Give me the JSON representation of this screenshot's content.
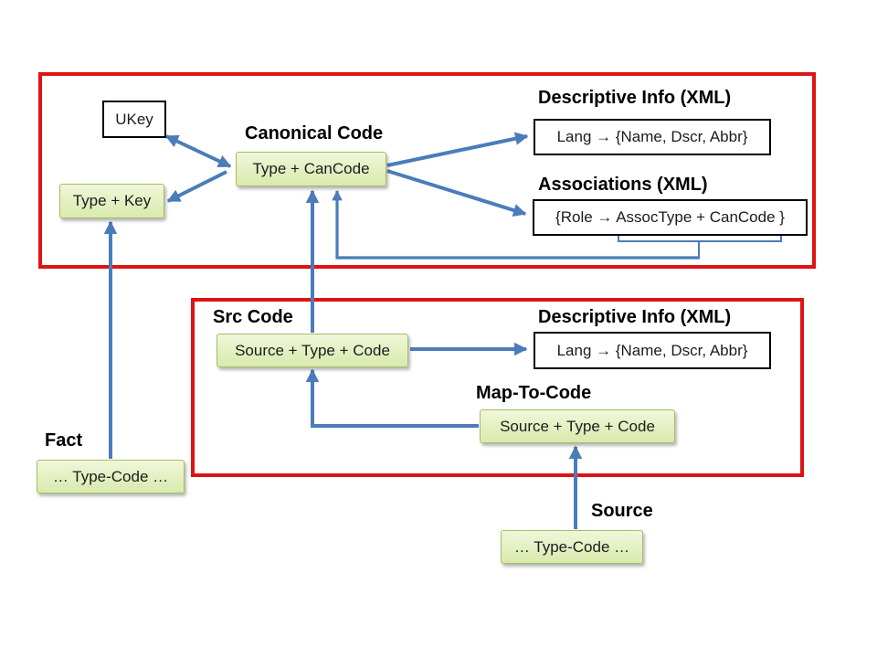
{
  "diagram": {
    "labels": {
      "canonical_code": "Canonical Code",
      "descriptive_info_top": "Descriptive Info (XML)",
      "associations": "Associations (XML)",
      "src_code": "Src Code",
      "descriptive_info_bottom": "Descriptive Info (XML)",
      "map_to_code": "Map-To-Code",
      "fact": "Fact",
      "source": "Source"
    },
    "boxes": {
      "ukey": "UKey",
      "type_cancode": "Type + CanCode",
      "type_key": "Type + Key",
      "lang_descr_top": "Lang → {Name, Dscr, Abbr}",
      "role_assoc": "{Role → AssocType + CanCode }",
      "src_code_entity": "Source + Type + Code",
      "lang_descr_bottom": "Lang → {Name, Dscr, Abbr}",
      "map_to_code_entity": "Source + Type + Code",
      "fact_record": "… Type-Code …",
      "source_record": "… Type-Code …"
    },
    "colors": {
      "frame_red": "#dd1414",
      "arrow_blue": "#4a7cb9",
      "green_box_fill": "#e2efc2",
      "green_box_border": "#a3bf62",
      "white_box_border": "#000000"
    }
  }
}
